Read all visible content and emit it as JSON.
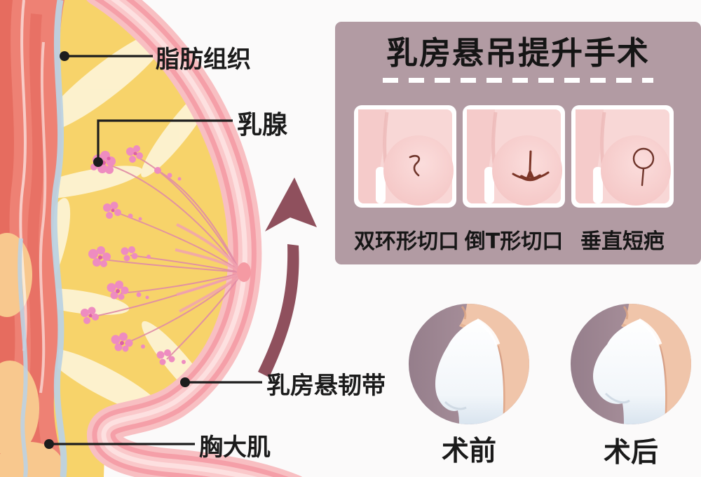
{
  "anatomy": {
    "labels": [
      {
        "id": "fat-tissue",
        "text": "脂肪组织"
      },
      {
        "id": "mammary-gland",
        "text": "乳腺"
      },
      {
        "id": "suspensory-ligament",
        "text": "乳房悬韧带"
      },
      {
        "id": "pectoralis-major",
        "text": "胸大肌"
      }
    ]
  },
  "surgery_card": {
    "title": "乳房悬吊提升手术",
    "techniques": [
      {
        "label": "双环形切口",
        "icon": "s-curve-incision-icon"
      },
      {
        "label": "倒T形切口",
        "icon": "inverted-t-incision-icon"
      },
      {
        "label": "垂直短疤",
        "icon": "lollipop-incision-icon"
      }
    ]
  },
  "comparison": {
    "before_label": "术前",
    "after_label": "术后"
  },
  "colors": {
    "card_background": "#b29ba3",
    "fat_yellow": "#f7d36a",
    "muscle_red": "#ee8174",
    "gland_pink": "#ee8cc0",
    "skin_band_pink": "#f59fa8",
    "panel_skin_pink": "#f8d7d6",
    "incision_mark": "#6f352b",
    "arrow_maroon": "#8f505d",
    "label_line_black": "#1d1d1d",
    "dashed_divider": "#ffffff"
  }
}
